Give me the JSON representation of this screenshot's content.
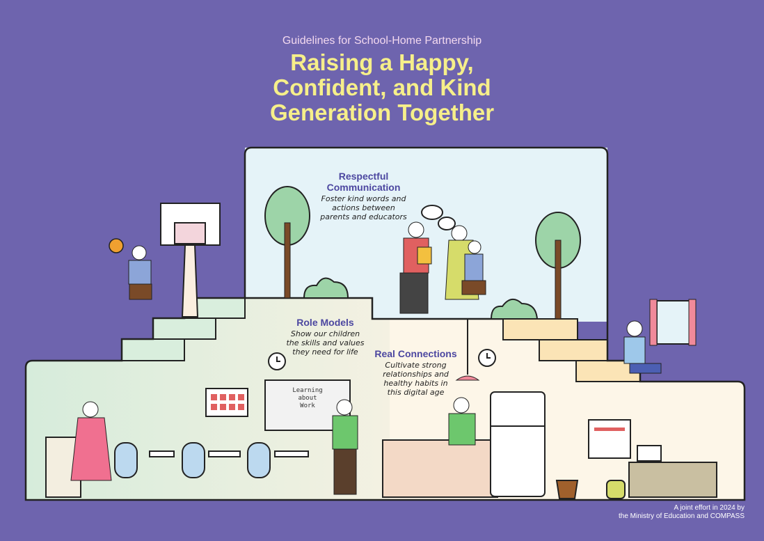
{
  "header": {
    "subtitle": "Guidelines for School-Home Partnership",
    "title_lines": [
      "Raising a Happy,",
      "Confident, and Kind",
      "Generation Together"
    ]
  },
  "sections": {
    "communication": {
      "title_lines": [
        "Respectful",
        "Communication"
      ],
      "body_lines": [
        "Foster kind words and",
        "actions between",
        "parents and educators"
      ]
    },
    "role_models": {
      "title": "Role Models",
      "body_lines": [
        "Show our children",
        "the skills and values",
        "they need for life"
      ]
    },
    "connections": {
      "title": "Real Connections",
      "body_lines": [
        "Cultivate strong",
        "relationships and",
        "healthy habits in",
        "this digital age"
      ]
    }
  },
  "whiteboard": {
    "lines": [
      "Learning",
      "about",
      "Work"
    ]
  },
  "footer": {
    "lines": [
      "A joint effort in 2024 by",
      "the Ministry of Education and COMPASS"
    ]
  },
  "colors": {
    "background": "#6e64ae",
    "title": "#f6ef8a",
    "accent": "#4c47a0"
  }
}
